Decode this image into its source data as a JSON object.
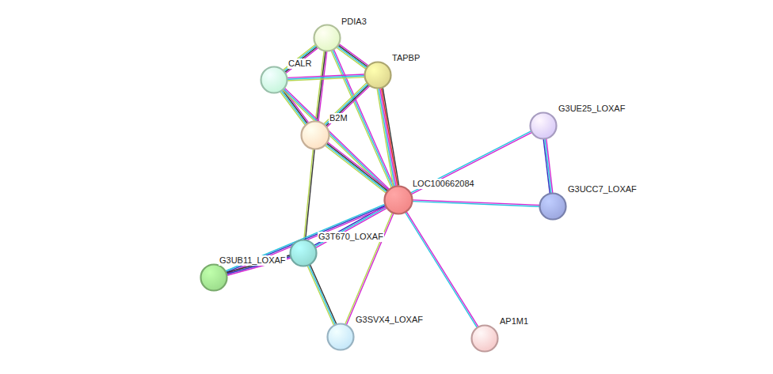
{
  "diagram": {
    "nodes": [
      {
        "text": [
          "PDIA3"
        ]
      },
      {
        "text": [
          "TAPBP"
        ]
      },
      {
        "text": [
          "G3UE25_LOXAF"
        ]
      },
      {
        "text": [
          "CALR"
        ]
      },
      {
        "text": [
          "B2M"
        ]
      },
      {
        "text": [
          "LOC100662084"
        ]
      },
      {
        "text": [
          "G3UCC7_LOXAF"
        ]
      },
      {
        "text": [
          "G3T670_LOXAF"
        ]
      },
      {
        "text": [
          "G3UB11_LOXAF"
        ]
      },
      {
        "text": [
          "G3SVX4_LOXAF"
        ]
      },
      {
        "text": [
          "AP1M1"
        ]
      }
    ],
    "edges": [
      {
        "from": 0,
        "to": 1,
        "arrow": "none"
      },
      {
        "from": 0,
        "to": 3,
        "arrow": "none"
      },
      {
        "from": 0,
        "to": 4,
        "arrow": "none"
      },
      {
        "from": 0,
        "to": 5,
        "arrow": "none"
      },
      {
        "from": 3,
        "to": 1,
        "arrow": "none"
      },
      {
        "from": 3,
        "to": 4,
        "arrow": "none"
      },
      {
        "from": 3,
        "to": 5,
        "arrow": "none"
      },
      {
        "from": 1,
        "to": 4,
        "arrow": "none"
      },
      {
        "from": 1,
        "to": 5,
        "arrow": "none"
      },
      {
        "from": 4,
        "to": 5,
        "arrow": "none"
      },
      {
        "from": 4,
        "to": 7,
        "arrow": "none"
      },
      {
        "from": 2,
        "to": 5,
        "arrow": "none"
      },
      {
        "from": 2,
        "to": 6,
        "arrow": "none"
      },
      {
        "from": 5,
        "to": 6,
        "arrow": "none"
      },
      {
        "from": 5,
        "to": 7,
        "arrow": "none"
      },
      {
        "from": 5,
        "to": 8,
        "arrow": "none"
      },
      {
        "from": 5,
        "to": 9,
        "arrow": "none"
      },
      {
        "from": 5,
        "to": 10,
        "arrow": "none"
      },
      {
        "from": 7,
        "to": 8,
        "arrow": "none"
      },
      {
        "from": 7,
        "to": 9,
        "arrow": "none"
      }
    ]
  }
}
